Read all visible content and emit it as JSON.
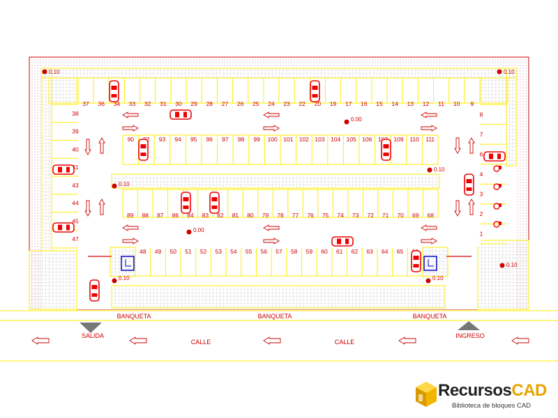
{
  "spaces": {
    "top": [
      "37",
      "36",
      "34",
      "33",
      "32",
      "31",
      "30",
      "29",
      "28",
      "27",
      "26",
      "25",
      "24",
      "23",
      "22",
      "20",
      "19",
      "17",
      "16",
      "15",
      "14",
      "13",
      "12",
      "11",
      "10",
      "9"
    ],
    "left": [
      "38",
      "39",
      "40",
      "41",
      "43",
      "44",
      "45",
      "47"
    ],
    "right": [
      "8",
      "7",
      "6",
      "4",
      "3",
      "2",
      "1"
    ],
    "upper_island": [
      "90",
      "92",
      "93",
      "94",
      "95",
      "96",
      "97",
      "98",
      "99",
      "100",
      "101",
      "102",
      "103",
      "104",
      "105",
      "106",
      "107",
      "109",
      "110",
      "111"
    ],
    "lower_island": [
      "89",
      "88",
      "87",
      "86",
      "84",
      "83",
      "82",
      "81",
      "80",
      "79",
      "78",
      "77",
      "76",
      "75",
      "74",
      "73",
      "72",
      "71",
      "70",
      "69",
      "68"
    ],
    "bottom": [
      "48",
      "49",
      "50",
      "51",
      "52",
      "53",
      "54",
      "55",
      "56",
      "57",
      "58",
      "59",
      "60",
      "61",
      "62",
      "63",
      "64",
      "65",
      "66"
    ]
  },
  "levels": {
    "top_left": "0.10",
    "top_right": "0.10",
    "upper_lane": "0.00",
    "island_right": "0.10",
    "island_left": "0.10",
    "lower_lane": "0.00",
    "bottom_left": "0.10",
    "bottom_right": "0.10",
    "right_corner": "0.10"
  },
  "street": {
    "sidewalk": "BANQUETA",
    "road": "CALLE",
    "exit": "SALIDA",
    "entry": "INGRESO"
  },
  "logo": {
    "name_main": "Recursos",
    "name_accent": "CAD",
    "tagline": "Biblioteca de bloques CAD"
  },
  "colors": {
    "lines": "#ffee00",
    "text": "#cc0000",
    "hatch": "#c8c8c8",
    "car": "#ee0000",
    "accessible": "#0000cc"
  }
}
